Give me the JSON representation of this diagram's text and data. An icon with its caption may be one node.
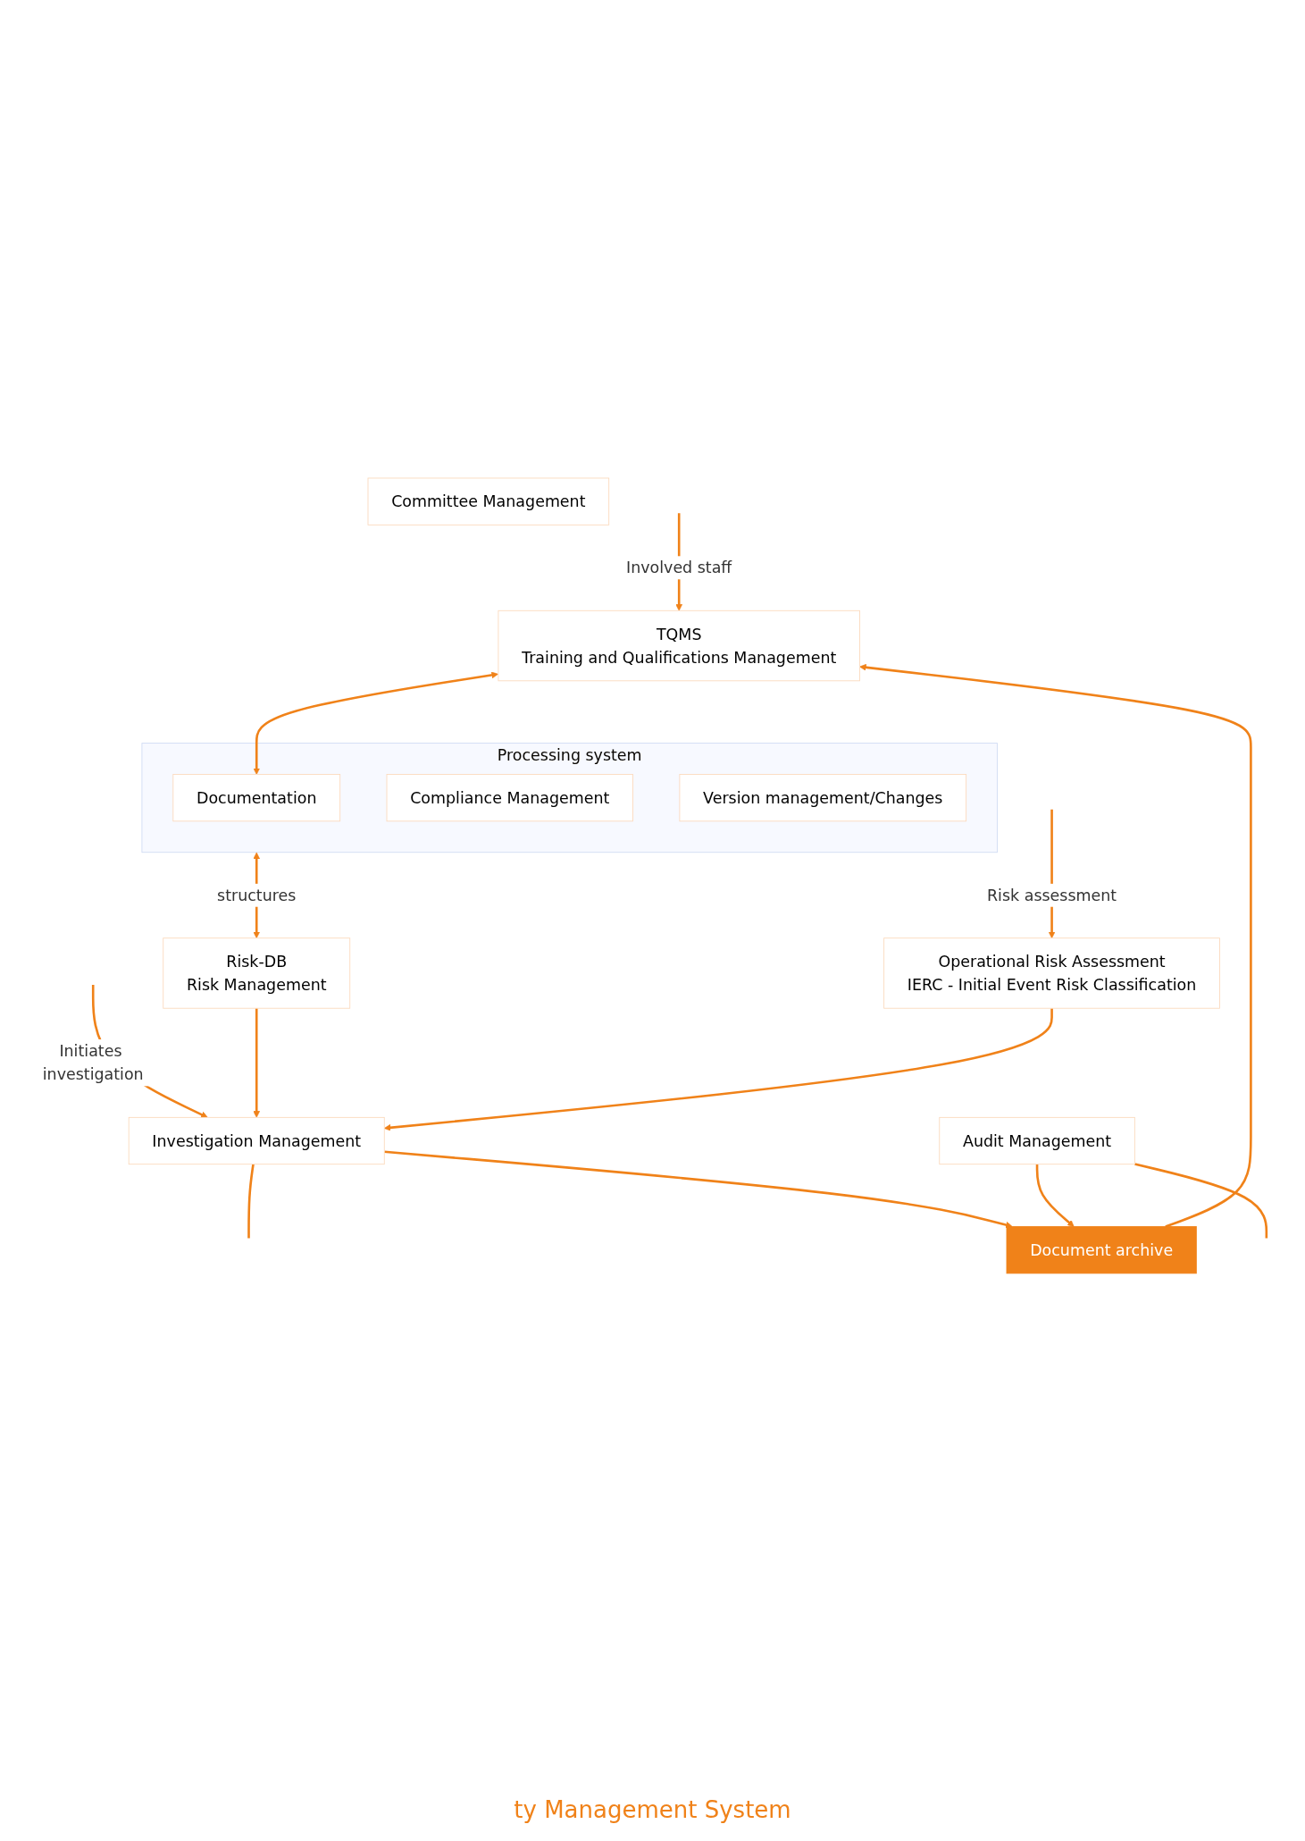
{
  "diagram": {
    "nodes": [
      {
        "text": [
          "TQMS",
          "Training and Qualifications Management"
        ]
      },
      {
        "text": [
          "Processing system"
        ]
      },
      {
        "text": [
          "Documentation"
        ],
        "in": 1
      },
      {
        "text": [
          "Compliance Management"
        ],
        "in": 1
      },
      {
        "text": [
          "Version management/Changes"
        ],
        "in": 1
      },
      {
        "text": [
          "Risk-DB",
          "Risk Management"
        ]
      },
      {
        "text": [
          "Operational Risk Assessment",
          "IERC - Initial Event Risk Classification"
        ]
      },
      {
        "text": [
          "Investigation Management"
        ]
      },
      {
        "text": [
          "Audit Management"
        ]
      },
      {
        "text": [
          "Committee Management"
        ]
      },
      {
        "text": [
          "Document archive"
        ]
      }
    ],
    "edges": [
      {
        "from": null,
        "to": 0,
        "arrow": "to",
        "label": "Involved staff"
      },
      {
        "from": null,
        "to": 6,
        "arrow": "to",
        "label": "Risk assessment"
      },
      {
        "from": null,
        "to": 7,
        "arrow": "to",
        "label": "Initiates investigation"
      },
      {
        "from": 1,
        "to": 5,
        "arrow": "both",
        "label": "structures"
      },
      {
        "from": 0,
        "to": 2,
        "arrow": "both"
      },
      {
        "from": 10,
        "to": 0,
        "arrow": "to"
      },
      {
        "from": 5,
        "to": 7,
        "arrow": "to"
      },
      {
        "from": 6,
        "to": 7,
        "arrow": "to"
      },
      {
        "from": null,
        "to": 7,
        "arrow": "none"
      },
      {
        "from": null,
        "to": 8,
        "arrow": "none"
      },
      {
        "from": 7,
        "to": 10,
        "arrow": "to"
      },
      {
        "from": 8,
        "to": 10,
        "arrow": "to"
      }
    ],
    "labels": [
      "ty Management System"
    ]
  }
}
